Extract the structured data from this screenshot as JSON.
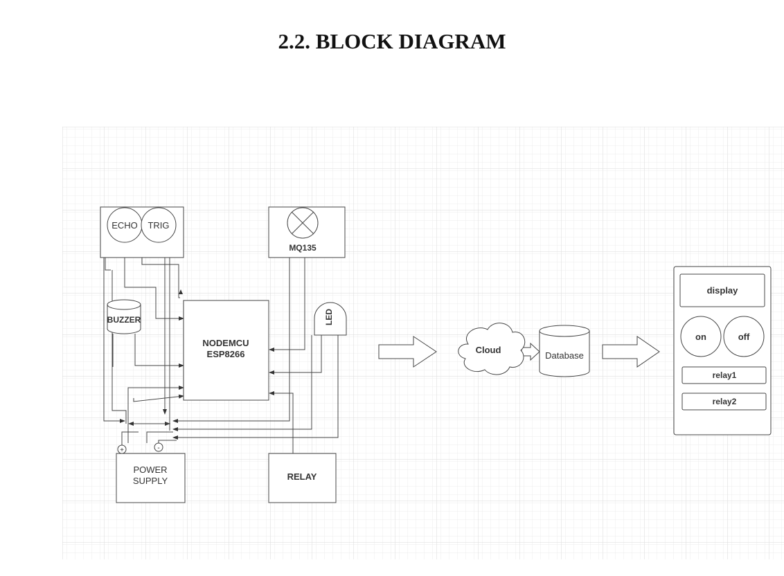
{
  "title": "2.2. BLOCK DIAGRAM",
  "hardware": {
    "echo": "ECHO",
    "trig": "TRIG",
    "mq135": "MQ135",
    "buzzer": "BUZZER",
    "led": "LED",
    "mcu_line1": "NODEMCU",
    "mcu_line2": "ESP8266",
    "power_line1": "POWER",
    "power_line2": "SUPPLY",
    "power_plus": "+",
    "power_minus": "-",
    "relay": "RELAY"
  },
  "cloud_path": {
    "cloud": "Cloud",
    "database": "Database"
  },
  "app": {
    "display": "display",
    "on": "on",
    "off": "off",
    "relay1": "relay1",
    "relay2": "relay2"
  }
}
